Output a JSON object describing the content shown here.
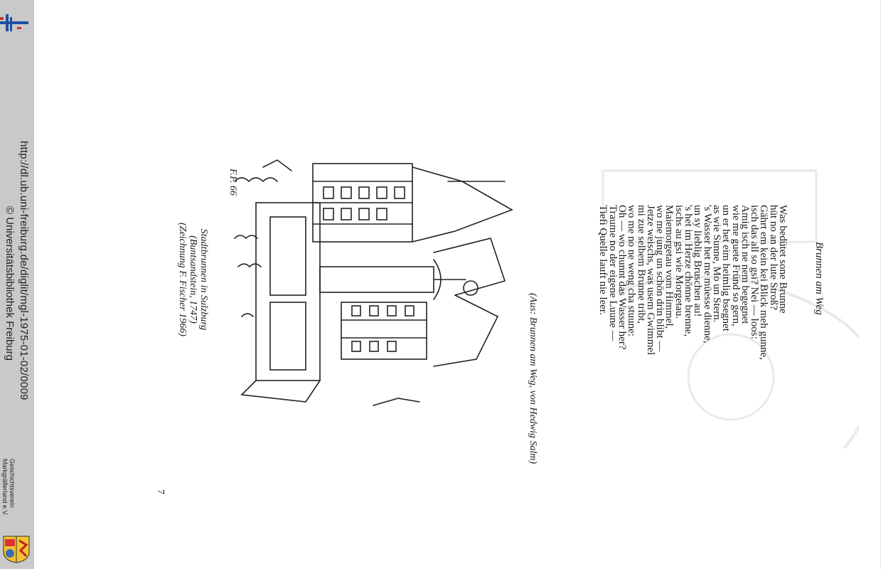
{
  "sidebar": {
    "url": "http://dl.ub.uni-freiburg.de/diglit/mgl-1975-01-02/0009",
    "copyright": "© Universitätsbibliothek Freiburg",
    "society": [
      "Geschichtsverein",
      "Markgräflerland e.V."
    ],
    "logo_icon": "ub-freiburg-logo-icon",
    "crest_icon": "society-crest-icon"
  },
  "poem": {
    "title": "Brunnen am Weg",
    "lines": [
      "Was bedütet sone Brunne",
      "hüt no an der lute Stroß?",
      "Gährt em kein kei Blick meh gunne,",
      "isch das all so gsi? Nei — loos:",
      "Amig isch ne nem begegnet",
      "wie me guete Fründ so gern,",
      "un er het eim heimlig bsegnet",
      "as wie Sunne, Mo un Stern.",
      "'s Wasser het me müesse dienne,",
      "un sy lieblig Bruschen au!",
      "'s het im Herze chönne brenne,",
      "ischs au gsi wie Morgetau.",
      "Maiemorgetau vom Himmel,",
      "wo me jung un schön drin blibt —",
      "Jetze weischs, was usem Gwimmel",
      "mi zue selbem Brunne tribt,",
      "wo me no ne weng cha stuune:",
      "Oh — wo chunnt das Wasser her?",
      "Traume no der eigene Luune —",
      "Tiefi Quelle lauft nie leer."
    ],
    "source": "(Aus: Brunnen am Weg, von Hedwig Salm)"
  },
  "figure": {
    "caption_lines": [
      "Stadtbrunnen in Sulzburg",
      "(Buntsandstein, 1747)",
      "(Zeichnung F. Fischer 1966)"
    ],
    "signature": "F.F. 66"
  },
  "page_number": "7"
}
